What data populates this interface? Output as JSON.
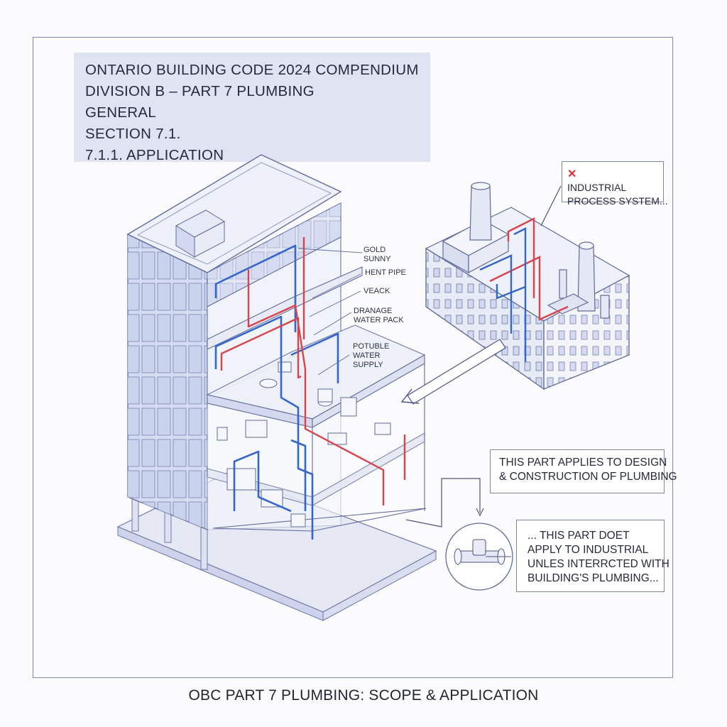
{
  "header": {
    "lines": [
      "ONTARIO BUILDING CODE 2024 COMPENDIUM",
      "DIVISION B – PART 7 PLUMBING",
      "GENERAL",
      "SECTION 7.1.",
      "7.1.1. APPLICATION"
    ]
  },
  "building_callouts": {
    "cold_supply": "GOLD\nSUNNY",
    "vent_pipe": "HENT PIPE",
    "vent_stack": "VEACK",
    "drainage": "DRANAGE\nWATER PACK",
    "potable": "POTUBLE\nWATER\nSUPPLY"
  },
  "industrial_label": {
    "line1": "INDUSTRIAL",
    "line2": "PROCESS SYSTEM..."
  },
  "note_applies": {
    "line1": "THIS PART APPLIES TO DESIGN",
    "line2": "& CONSTRUCTION OF PLUMBING"
  },
  "note_industrial": {
    "line1": "... THIS PART DOET",
    "line2": "APPLY TO INDUSTRIAL",
    "line3": "UNLES INTERRCTED WITH",
    "line4": "BUILDING'S PLUMBING..."
  },
  "caption": "OBC PART 7 PLUMBING: SCOPE & APPLICATION",
  "colors": {
    "frame": "#7f8ab6",
    "header_bg": "#dfe3f2",
    "hot_pipe": "#d9434b",
    "cold_pipe": "#3566c9",
    "x_mark": "#d7323b"
  },
  "icons": [
    "x-mark-icon",
    "pipe-fitting-icon"
  ]
}
